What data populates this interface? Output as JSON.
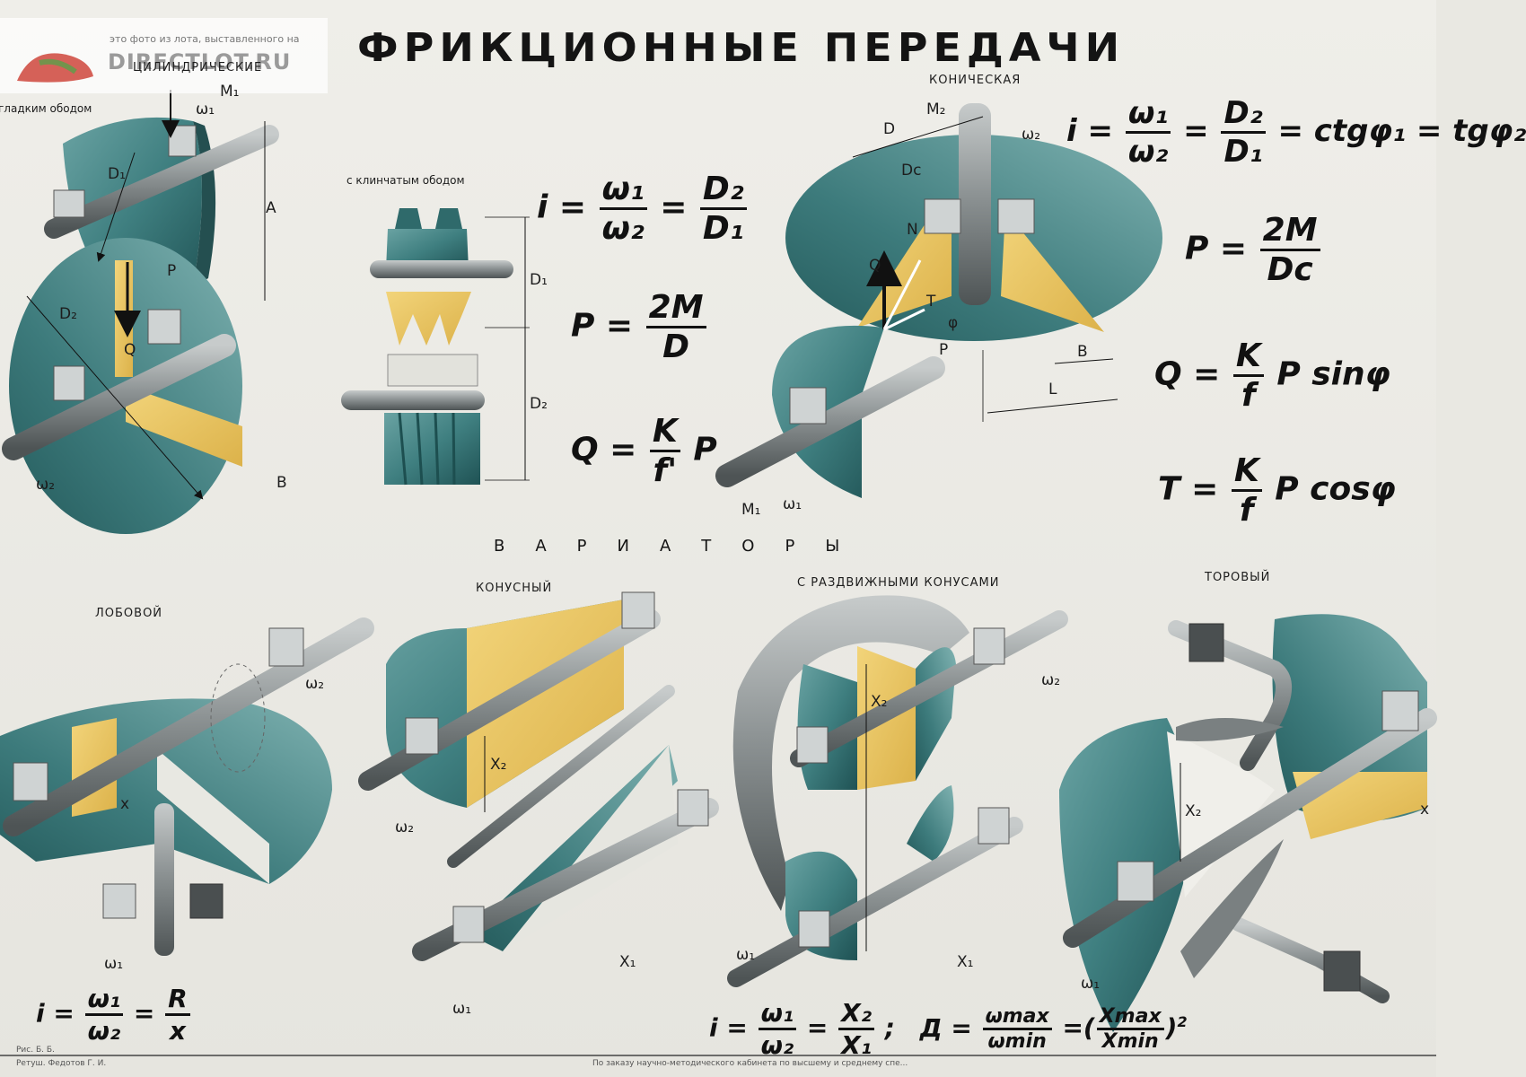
{
  "title": "ФРИКЦИОННЫЕ ПЕРЕДАЧИ",
  "watermark": {
    "note": "это фото из лота, выставленного на",
    "brand": "DIRECTLOT.RU"
  },
  "sections": {
    "cylindrical": "ЦИЛИНДРИЧЕСКИЕ",
    "smooth_rim": "гладким ободом",
    "wedge_rim": "с клинчатым ободом",
    "conical": "КОНИЧЕСКАЯ",
    "variators": "ВАРИАТОРЫ",
    "face": "ЛОБОВОЙ",
    "cone": "КОНУСНЫЙ",
    "sliding_cones": "С РАЗДВИЖНЫМИ КОНУСАМИ",
    "toroidal": "ТОРОВЫЙ"
  },
  "symbols": {
    "M1": "M₁",
    "M2": "M₂",
    "w1": "ω₁",
    "w2": "ω₂",
    "D": "D",
    "D1": "D₁",
    "D2": "D₂",
    "Dc": "Dc",
    "A": "A",
    "P": "P",
    "Q": "Q",
    "N": "N",
    "T": "T",
    "B": "B",
    "L": "L",
    "phi": "φ",
    "x": "x",
    "x1": "X₁",
    "x2": "X₂"
  },
  "formulas": {
    "i_label": "i =",
    "w1": "ω₁",
    "w2": "ω₂",
    "D1": "D₁",
    "D2": "D₂",
    "P_label": "P =",
    "twoM": "2M",
    "D": "D",
    "Dc": "Dc",
    "Q_label": "Q =",
    "K": "K",
    "f_prime": "f'",
    "f": "f",
    "P": "P",
    "ctg": "= ctgφ₁ = tgφ₂",
    "sin_tail": "P sinφ",
    "T_label": "T =",
    "cos_tail": "P cosφ",
    "R": "R",
    "x": "x",
    "x1": "X₁",
    "x2": "X₂",
    "D_label": "Д =",
    "wmax": "ωmax",
    "wmin": "ωmin",
    "xmax": "Xmax",
    "xmin": "Xmin",
    "exp": "2",
    "semicolon": ";"
  },
  "footer": {
    "credit1": "Рис. Б. Б.",
    "credit2": "Ретуш. Федотов Г. И.",
    "note": "По заказу научно-методического кабинета по высшему и среднему спе..."
  },
  "colors": {
    "teal": "#3f7f80",
    "teal_dark": "#23595b",
    "ochre": "#e8c25a",
    "steel": "#9aa0a1",
    "steel_dark": "#5d6364",
    "ink": "#111111",
    "paper": "#ecebe5"
  }
}
